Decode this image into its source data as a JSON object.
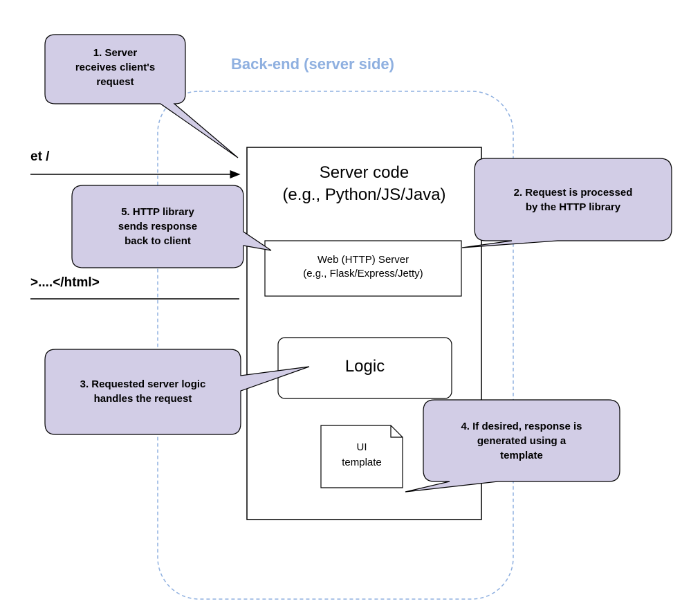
{
  "region": {
    "title": "Back-end (server side)",
    "border_color": "#8fb0e0"
  },
  "messages": {
    "request": "et /",
    "response": ">....</html>"
  },
  "server": {
    "title_line1": "Server code",
    "title_line2": "(e.g., Python/JS/Java)",
    "web_server_line1": "Web (HTTP) Server",
    "web_server_line2": "(e.g., Flask/Express/Jetty)",
    "logic": "Logic",
    "template_line1": "UI",
    "template_line2": "template"
  },
  "callouts": [
    {
      "number": 1,
      "lines": [
        "1. Server",
        "receives client's",
        "request"
      ]
    },
    {
      "number": 2,
      "lines": [
        "2. Request is processed",
        "by the HTTP library"
      ]
    },
    {
      "number": 3,
      "lines": [
        "3. Requested server logic",
        "handles the request"
      ]
    },
    {
      "number": 4,
      "lines": [
        "4. If desired, response is",
        "generated using a",
        "template"
      ]
    },
    {
      "number": 5,
      "lines": [
        "5. HTTP library",
        "sends response",
        "back to client"
      ]
    }
  ],
  "colors": {
    "callout_fill": "#d2cde6",
    "callout_stroke": "#000000"
  }
}
